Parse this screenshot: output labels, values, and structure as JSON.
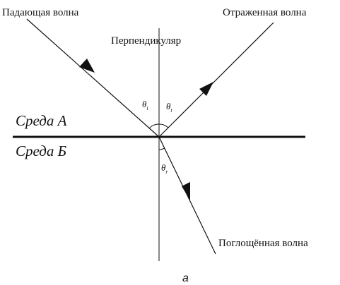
{
  "labels": {
    "incident_wave": "Падающая волна",
    "reflected_wave": "Отраженная волна",
    "perpendicular": "Перпендикуляр",
    "absorbed_wave": "Поглощённая волна",
    "medium_a": "Среда А",
    "medium_b": "Среда Б",
    "caption": "а"
  },
  "angles": {
    "incident": {
      "symbol": "θ",
      "subscript": "i"
    },
    "reflected": {
      "symbol": "θ",
      "subscript": "t"
    },
    "refracted": {
      "symbol": "θ",
      "subscript": "r"
    }
  },
  "colors": {
    "ink": "#111111",
    "background": "#ffffff"
  }
}
